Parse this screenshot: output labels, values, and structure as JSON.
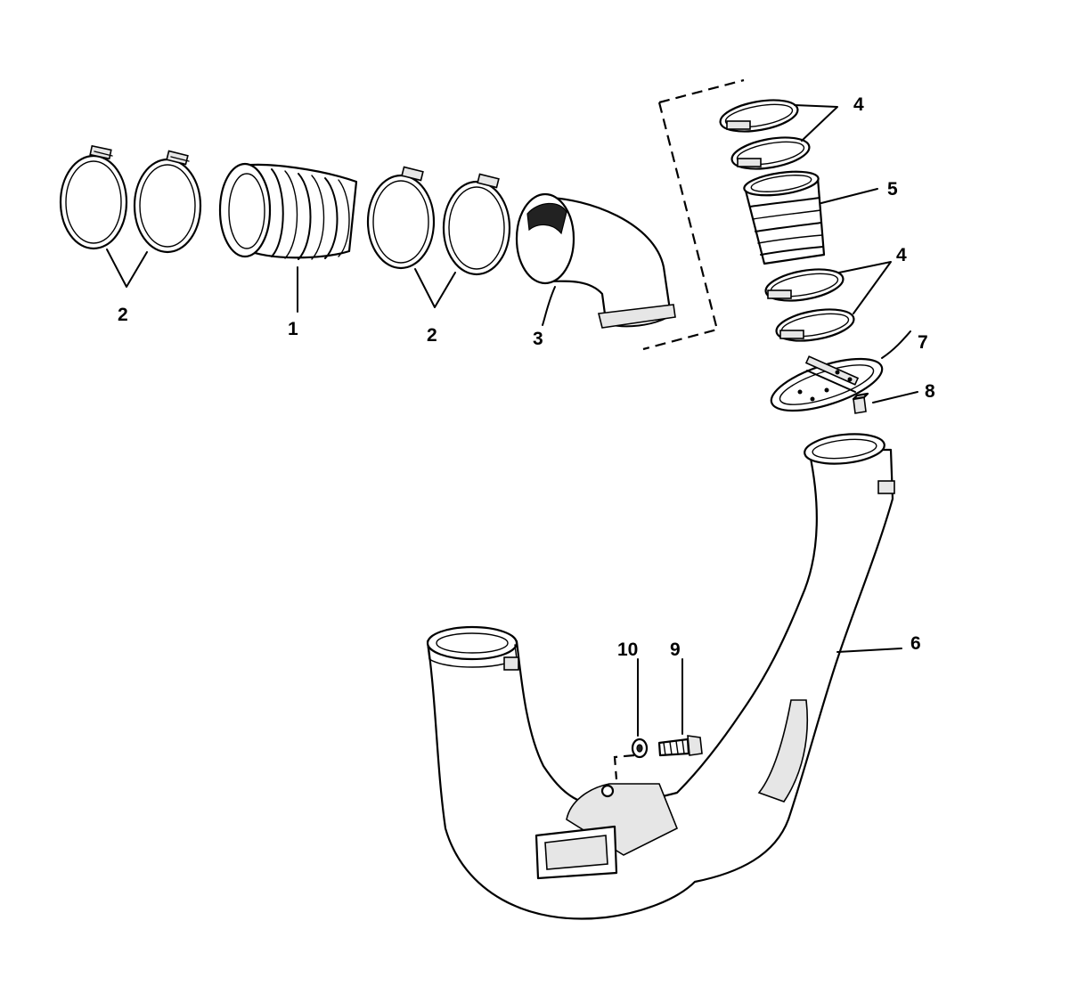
{
  "callouts": [
    {
      "id": "2a",
      "text": "2"
    },
    {
      "id": "1",
      "text": "1"
    },
    {
      "id": "2b",
      "text": "2"
    },
    {
      "id": "3",
      "text": "3"
    },
    {
      "id": "4a",
      "text": "4"
    },
    {
      "id": "5",
      "text": "5"
    },
    {
      "id": "4b",
      "text": "4"
    },
    {
      "id": "7",
      "text": "7"
    },
    {
      "id": "8",
      "text": "8"
    },
    {
      "id": "10",
      "text": "10"
    },
    {
      "id": "9",
      "text": "9"
    },
    {
      "id": "6",
      "text": "6"
    }
  ]
}
